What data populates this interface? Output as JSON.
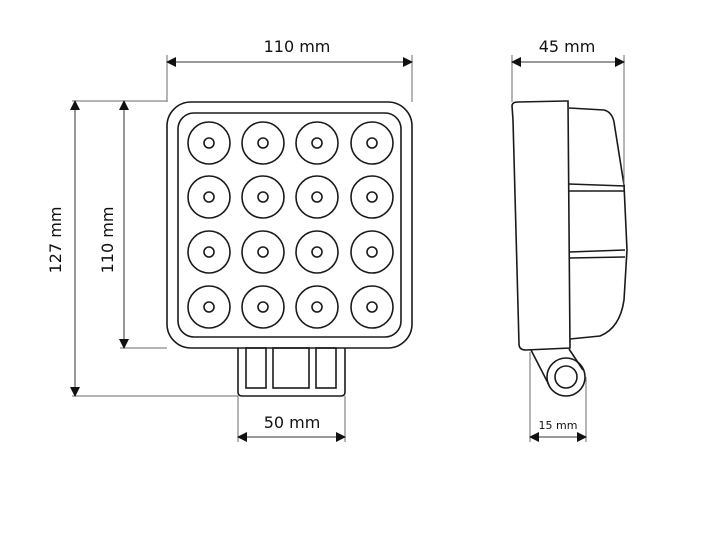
{
  "figure": {
    "type": "technical-dimension-drawing",
    "subject": "square LED work lamp, front and side view",
    "led_grid": {
      "rows": 4,
      "cols": 4,
      "count": 16
    }
  },
  "dimensions": {
    "front_width": "110 mm",
    "side_depth": "45 mm",
    "total_height": "127 mm",
    "body_height": "110 mm",
    "mount_width": "50 mm",
    "bracket_width": "15 mm"
  },
  "colors": {
    "line": "#1a1a1a",
    "dimension_line": "#333333",
    "background": "#ffffff"
  }
}
